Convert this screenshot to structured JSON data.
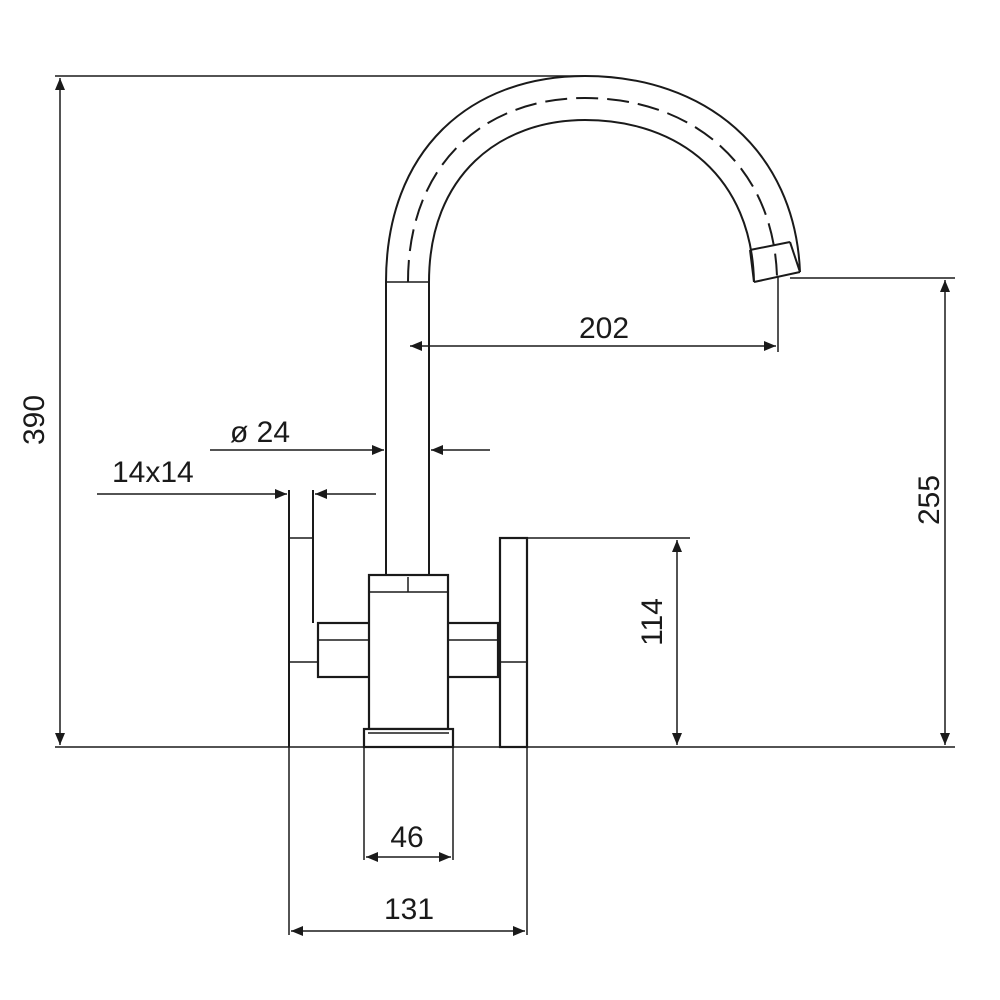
{
  "colors": {
    "line": "#1a1a1a",
    "background": "#ffffff"
  },
  "dimensions": {
    "overall_height": "390",
    "spout_height": "255",
    "lever_height": "114",
    "spout_reach": "202",
    "spout_diameter": "ø 24",
    "lever_section": "14x14",
    "base_width": "46",
    "lever_span": "131"
  }
}
